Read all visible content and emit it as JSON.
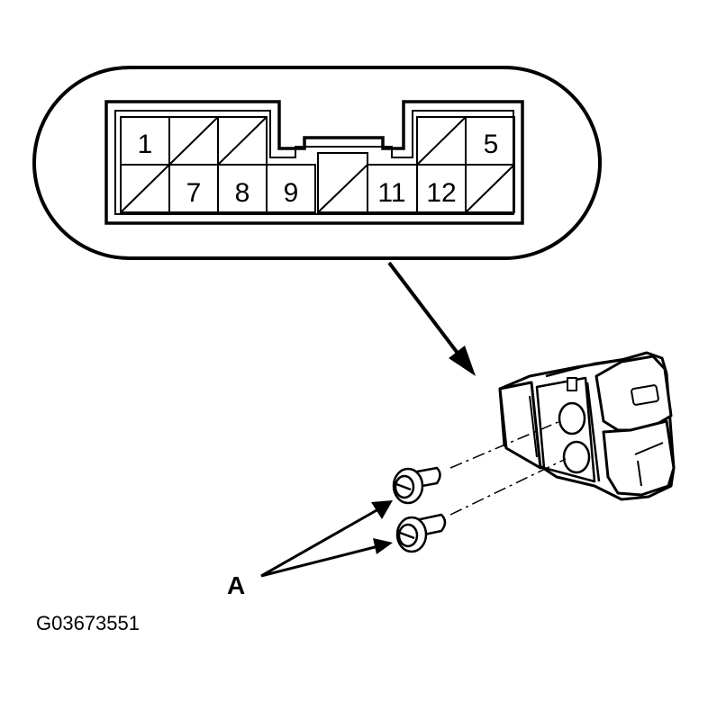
{
  "connector": {
    "top_row": [
      "1",
      "",
      "",
      "",
      "",
      "",
      "",
      "5"
    ],
    "bottom_row": [
      "",
      "7",
      "8",
      "9",
      "",
      "11",
      "12",
      ""
    ]
  },
  "callout_label": "A",
  "figure_code": "G03673551"
}
